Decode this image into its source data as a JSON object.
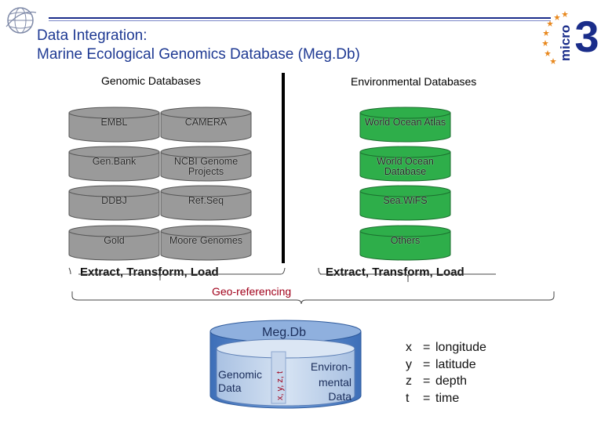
{
  "title": {
    "line1": "Data Integration:",
    "line2": "Marine Ecological Genomics Database (Meg.Db)"
  },
  "genomic_header": "Genomic Databases",
  "environmental_header": "Environmental Databases",
  "genomic_dbs": [
    {
      "label": "EMBL"
    },
    {
      "label": "CAMERA"
    },
    {
      "label": "Gen.Bank"
    },
    {
      "label": "NCBI Genome Projects"
    },
    {
      "label": "DDBJ"
    },
    {
      "label": "Ref.Seq"
    },
    {
      "label": "Gold"
    },
    {
      "label": "Moore Genomes"
    }
  ],
  "environmental_dbs": [
    {
      "label": "World Ocean Atlas"
    },
    {
      "label": "World Ocean Database"
    },
    {
      "label": "Sea.WiFS"
    },
    {
      "label": "Others"
    }
  ],
  "etl_left": "Extract, Transform, Load",
  "etl_right": "Extract, Transform, Load",
  "georeferencing": "Geo-referencing",
  "megdb": {
    "name": "Meg.Db",
    "genomic": [
      "Genomic",
      "Data"
    ],
    "axes": "x, y, z, t",
    "environmental": [
      "Environ-",
      "mental",
      "Data"
    ]
  },
  "legend": [
    {
      "var": "x",
      "meaning": "longitude"
    },
    {
      "var": "y",
      "meaning": "latitude"
    },
    {
      "var": "z",
      "meaning": "depth"
    },
    {
      "var": "t",
      "meaning": "time"
    }
  ],
  "logo": {
    "text": "micro",
    "number": "3"
  },
  "colors": {
    "title": "#1f3a93",
    "genomic_cylinder": "#9a9a9a",
    "environmental_cylinder": "#2eae4a",
    "georeferencing": "#a0001a",
    "megdb_outer": "#4f7fc4",
    "megdb_inner": "#b9cde6",
    "logo": "#1a2d8a",
    "stars": "#e8881e"
  }
}
